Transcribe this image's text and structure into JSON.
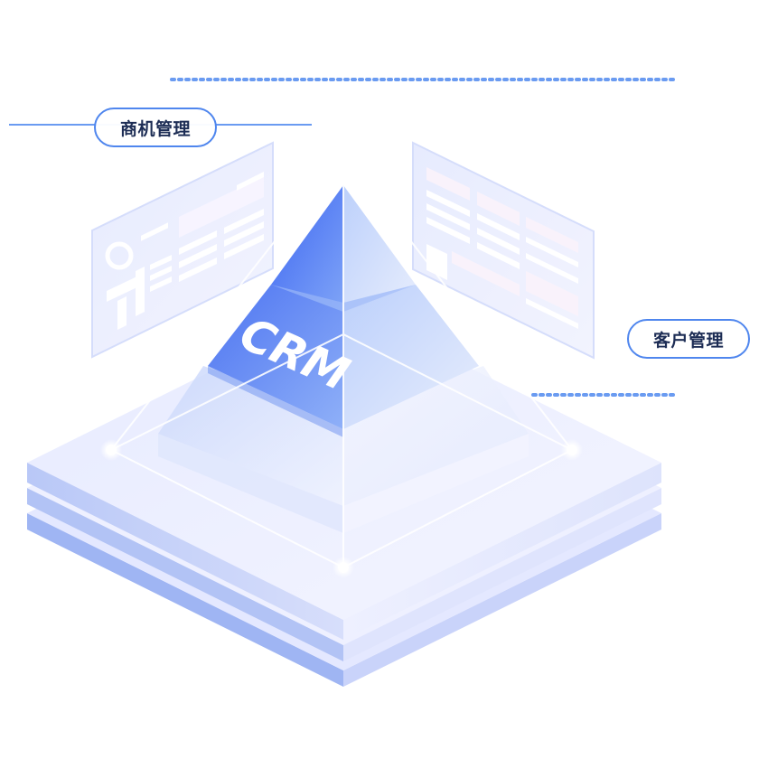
{
  "center_label": "CRM",
  "labels": {
    "opportunity": "商机管理",
    "customer": "客户管理"
  },
  "colors": {
    "accent": "#4f86ee",
    "pill_text": "#1d2d55",
    "dotted_line": "#6a9bf1"
  },
  "icons": {
    "left_panel": "dashboard-panel",
    "right_panel": "document-panel"
  }
}
